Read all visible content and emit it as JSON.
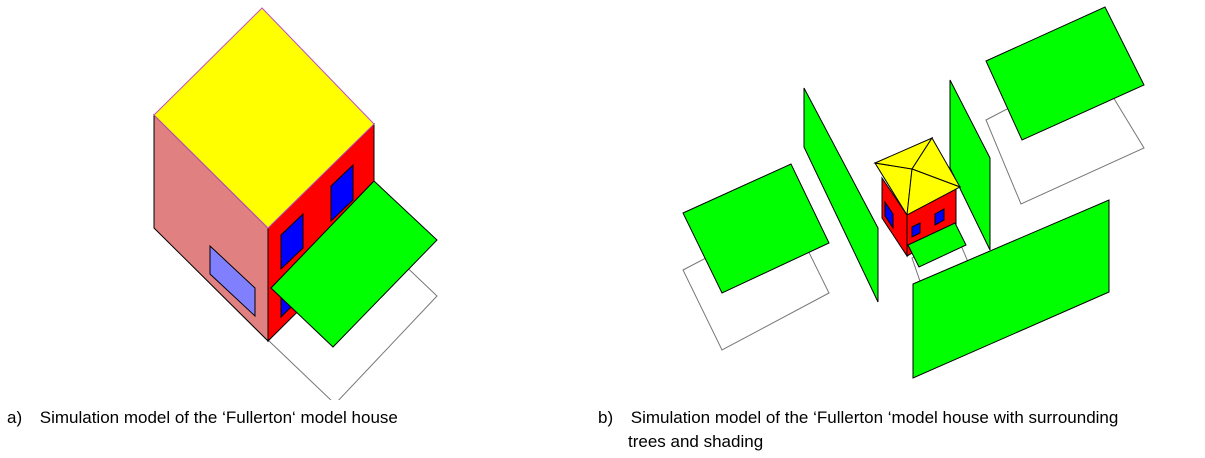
{
  "captions": {
    "a": {
      "marker": "a)",
      "text": "Simulation model of the ‘Fullerton‘ model house"
    },
    "b": {
      "marker": "b)",
      "text_line1": "Simulation model of the ‘Fullerton ‘model house with surrounding",
      "text_line2": "trees and shading"
    }
  },
  "colors": {
    "roof": "#ffff00",
    "front_wall": "#ff0000",
    "side_wall": "#e08080",
    "window_blue": "#0000ff",
    "window_light": "#8080ff",
    "shading": "#00ff00",
    "outline": "#000000"
  }
}
